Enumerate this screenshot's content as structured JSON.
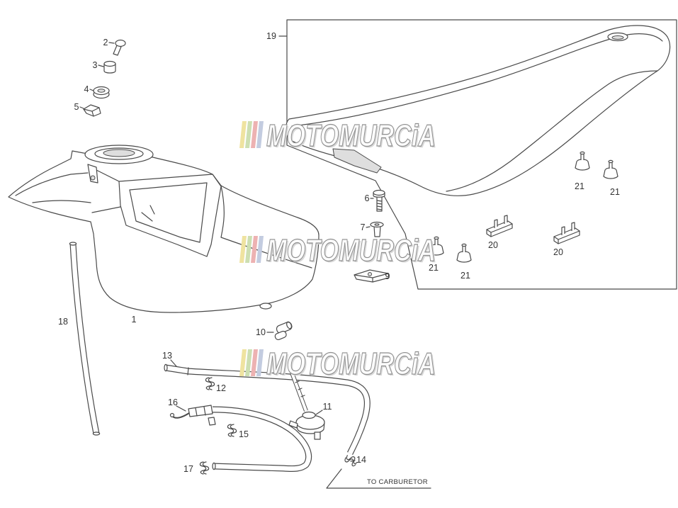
{
  "callouts": [
    "2",
    "3",
    "4",
    "5",
    "19",
    "6",
    "7",
    "9",
    "1",
    "18",
    "21",
    "21",
    "20",
    "20",
    "21",
    "21",
    "10",
    "13",
    "12",
    "11",
    "16",
    "15",
    "14",
    "17"
  ],
  "note": "TO CARBURETOR",
  "watermark": {
    "text": "MOTOMURCiA",
    "stripe_colors": [
      "#efe3a0",
      "#cddfb2",
      "#edb2b2",
      "#c3cce0"
    ]
  },
  "colors": {
    "line": "#4a4a4a",
    "label": "#333333",
    "background": "#ffffff"
  }
}
